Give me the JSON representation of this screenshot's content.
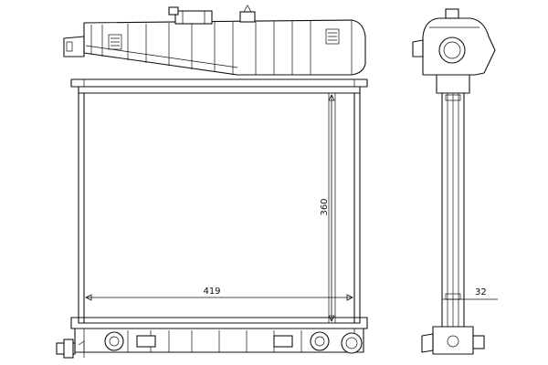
{
  "dimensions": {
    "width": "419",
    "height": "360",
    "depth": "32"
  },
  "colors": {
    "line": "#111111",
    "background": "#ffffff"
  }
}
